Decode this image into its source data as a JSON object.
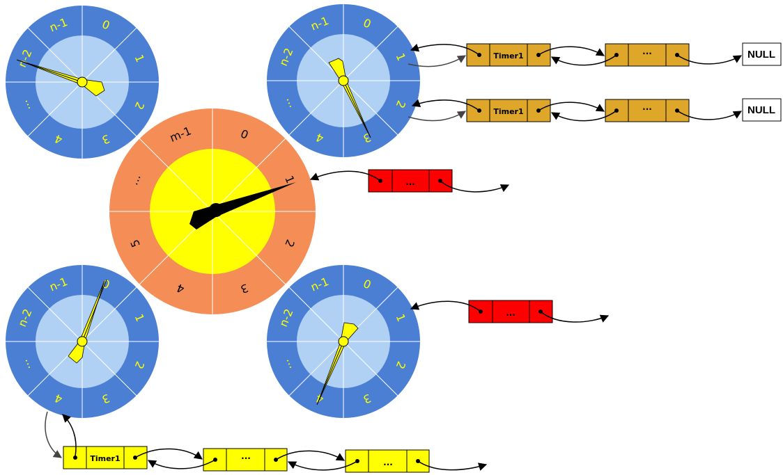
{
  "colors": {
    "blue_outer": "#4a7fd4",
    "blue_inner": "#b0d1f3",
    "orange_outer": "#f58d57",
    "yellow_inner": "#ffff00",
    "gold_node": "#dfa72a",
    "red_node": "#ff0000",
    "yellow_node": "#ffff00",
    "yellow_label": "#ffff00",
    "black_label": "#000000",
    "hand_yellow": "#ffff00",
    "hand_black": "#000000"
  },
  "wheels": [
    {
      "id": "top-left",
      "labels": [
        "0",
        "1",
        "2",
        "3",
        "4",
        "...",
        "n-2",
        "n-1"
      ],
      "pointer_slot": "n-2"
    },
    {
      "id": "top-right",
      "labels": [
        "0",
        "1",
        "2",
        "3",
        "4",
        "...",
        "n-2",
        "n-1"
      ],
      "pointer_slot": "3"
    },
    {
      "id": "center",
      "labels": [
        "0",
        "1",
        "2",
        "3",
        "4",
        "5",
        "...",
        "m-1"
      ],
      "pointer_slot": "1"
    },
    {
      "id": "bottom-left",
      "labels": [
        "0",
        "1",
        "2",
        "3",
        "4",
        "...",
        "n-2",
        "n-1"
      ],
      "pointer_slot": "0"
    },
    {
      "id": "bottom-right",
      "labels": [
        "0",
        "1",
        "2",
        "3",
        "4",
        "...",
        "n-2",
        "n-1"
      ],
      "pointer_slot": "4"
    }
  ],
  "lists": {
    "top_right_slot1": {
      "first": "Timer1",
      "second": "...",
      "end": "NULL"
    },
    "top_right_slot2": {
      "first": "Timer1",
      "second": "...",
      "end": "NULL"
    },
    "center_slot1": {
      "mid": "..."
    },
    "bottom_right_slot1": {
      "mid": "..."
    },
    "bottom_left_slot4": {
      "first": "Timer1",
      "second": "...",
      "third": "..."
    }
  }
}
